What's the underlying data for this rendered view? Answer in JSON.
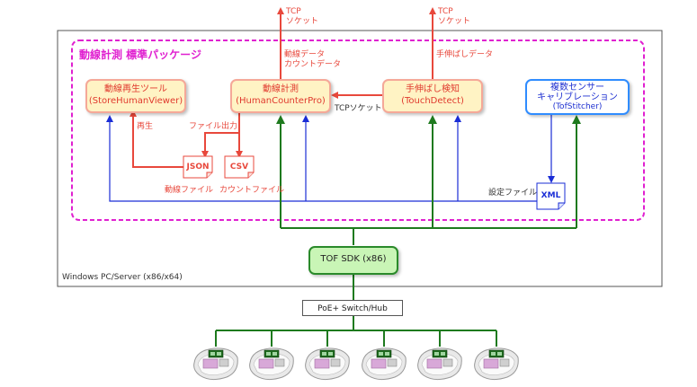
{
  "outer_box": {
    "label": "Windows PC/Server (x86/x64)"
  },
  "package": {
    "title": "動線計測 標準パッケージ"
  },
  "boxes": {
    "store_viewer": {
      "line1": "動線再生ツール",
      "line2": "(StoreHumanViewer)"
    },
    "counter": {
      "line1": "動線計測",
      "line2": "(HumanCounterPro)"
    },
    "touch": {
      "line1": "手伸ばし検知",
      "line2": "(TouchDetect)"
    },
    "stitcher": {
      "line1": "複数センサー",
      "line2": "キャリブレーション",
      "line3": "(TofStitcher)"
    },
    "sdk": {
      "label": "TOF SDK (x86)"
    },
    "switch": {
      "label": "PoE+ Switch/Hub"
    }
  },
  "files": {
    "json": {
      "label": "JSON",
      "caption": "動線ファイル"
    },
    "csv": {
      "label": "CSV",
      "caption": "カウントファイル"
    },
    "xml": {
      "label": "XML",
      "caption": "設定ファイル"
    }
  },
  "labels": {
    "tcp_socket_1": "TCP",
    "tcp_socket_1b": "ソケット",
    "tcp_socket_2": "TCP",
    "tcp_socket_2b": "ソケット",
    "counter_out_1": "動線データ",
    "counter_out_2": "カウントデータ",
    "touch_out": "手伸ばしデータ",
    "tcp_socket_mid": "TCPソケット",
    "playback": "再生",
    "file_output": "ファイル出力"
  },
  "sensors": {
    "count": 6
  },
  "colors": {
    "red": "#e8483c",
    "blue": "#1a2dd6",
    "green": "#1e7a1e",
    "magenta": "#e020d0"
  }
}
